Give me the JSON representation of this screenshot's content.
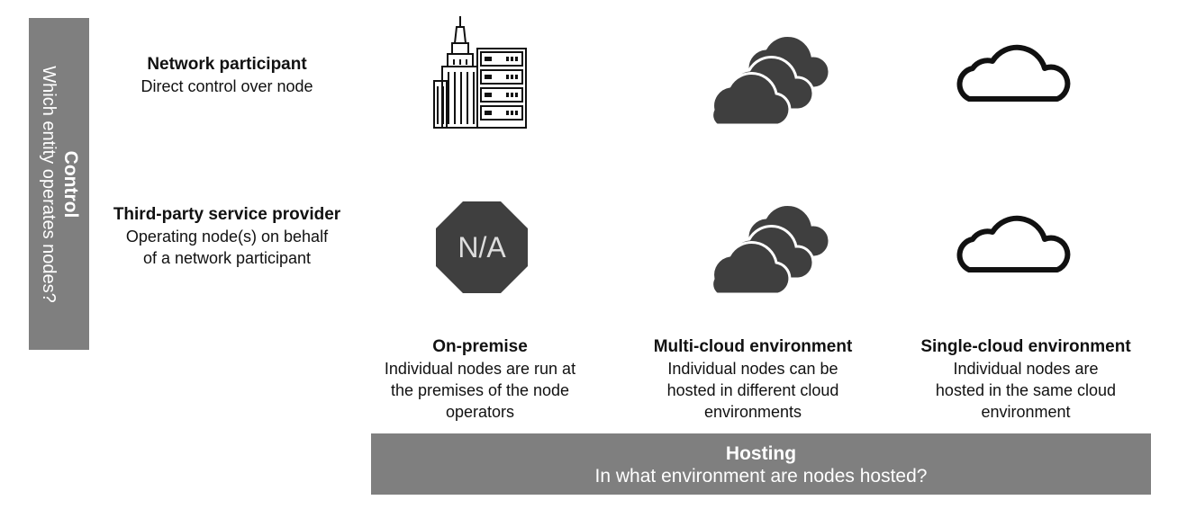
{
  "control": {
    "title": "Control",
    "subtitle": "Which entity operates nodes?"
  },
  "rows": [
    {
      "title": "Network participant",
      "subtitle": [
        "Direct control over node"
      ]
    },
    {
      "title": "Third-party service provider",
      "subtitle": [
        "Operating node(s) on behalf",
        "of a network participant"
      ]
    }
  ],
  "columns": [
    {
      "title": "On-premise",
      "subtitle": [
        "Individual nodes are run at",
        "the premises of the node",
        "operators"
      ]
    },
    {
      "title": "Multi-cloud environment",
      "subtitle": [
        "Individual nodes can be",
        "hosted in different cloud",
        "environments"
      ]
    },
    {
      "title": "Single-cloud environment",
      "subtitle": [
        "Individual nodes are",
        "hosted in the same cloud",
        "environment"
      ]
    }
  ],
  "cells": {
    "na_label": "N/A"
  },
  "icons": {
    "on_premise": "building-server-icon",
    "multi_cloud": "multi-cloud-icon",
    "single_cloud": "cloud-outline-icon",
    "not_applicable": "na-octagon-icon"
  },
  "hosting": {
    "title": "Hosting",
    "subtitle": "In what environment are nodes hosted?"
  },
  "colors": {
    "bar": "#7f7f7f",
    "icon_dark": "#3f3f3f",
    "text": "#111111"
  }
}
